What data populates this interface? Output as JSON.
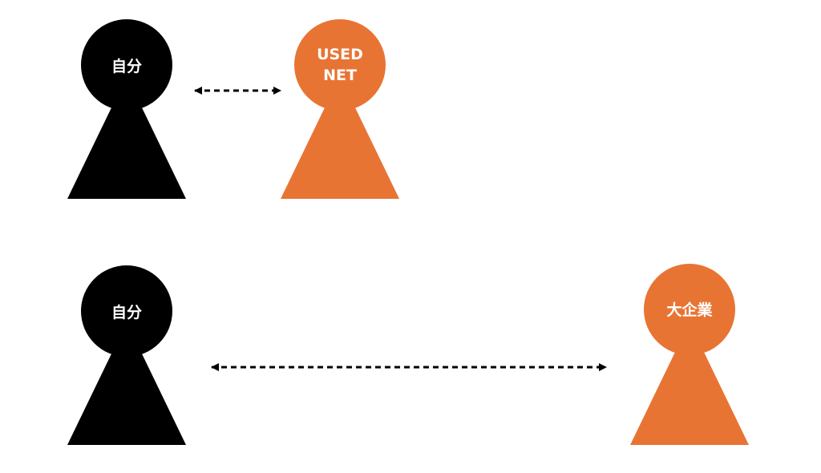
{
  "colors": {
    "self": "#000000",
    "partner": "#E87434",
    "arrow": "#000000",
    "label": "#FFFFFF"
  },
  "row1": {
    "self_label": "自分",
    "partner_label_line1": "USED",
    "partner_label_line2": "NET"
  },
  "row2": {
    "self_label": "自分",
    "partner_label": "大企業"
  }
}
